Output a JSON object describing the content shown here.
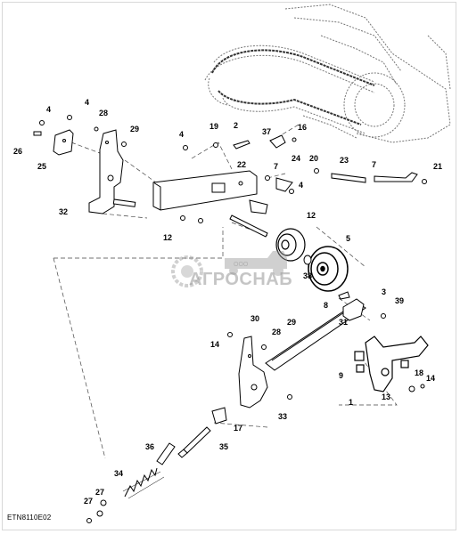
{
  "diagram": {
    "doc_id": "ETN8110E02",
    "watermark": {
      "company_prefix": "ООО",
      "company_name": "АГРОСНАБ"
    },
    "callouts": [
      "4",
      "4",
      "28",
      "29",
      "26",
      "25",
      "32",
      "4",
      "19",
      "2",
      "37",
      "16",
      "22",
      "24",
      "20",
      "23",
      "7",
      "21",
      "7",
      "4",
      "12",
      "12",
      "5",
      "38",
      "8",
      "3",
      "39",
      "31",
      "30",
      "29",
      "28",
      "14",
      "9",
      "18",
      "14",
      "13",
      "1",
      "33",
      "17",
      "36",
      "35",
      "34",
      "27",
      "27"
    ]
  }
}
